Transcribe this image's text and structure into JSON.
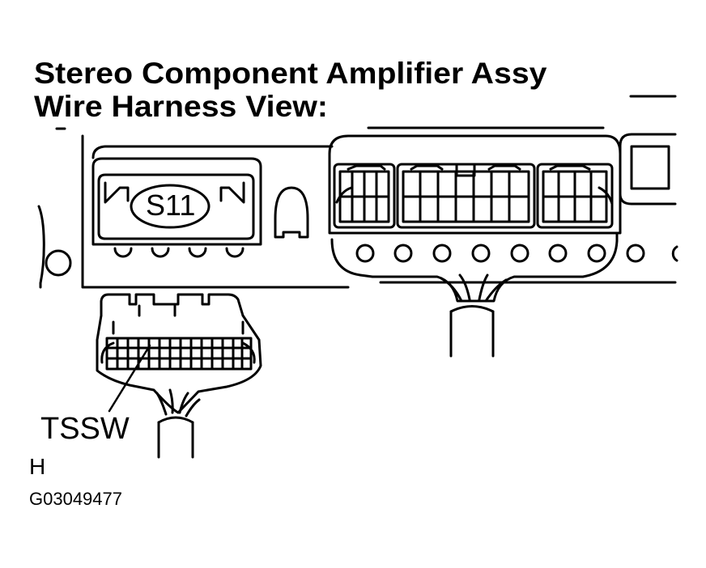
{
  "diagram": {
    "title_lines": [
      "Stereo Component Amplifier Assy",
      "Wire Harness View:"
    ],
    "connectors": [
      {
        "id": "S11",
        "label": "S11"
      },
      {
        "id": "TSSW",
        "label": "TSSW"
      }
    ],
    "view_code": "H",
    "figure_id": "G03049477"
  },
  "colors": {
    "stroke": "#000000",
    "background": "#ffffff"
  }
}
